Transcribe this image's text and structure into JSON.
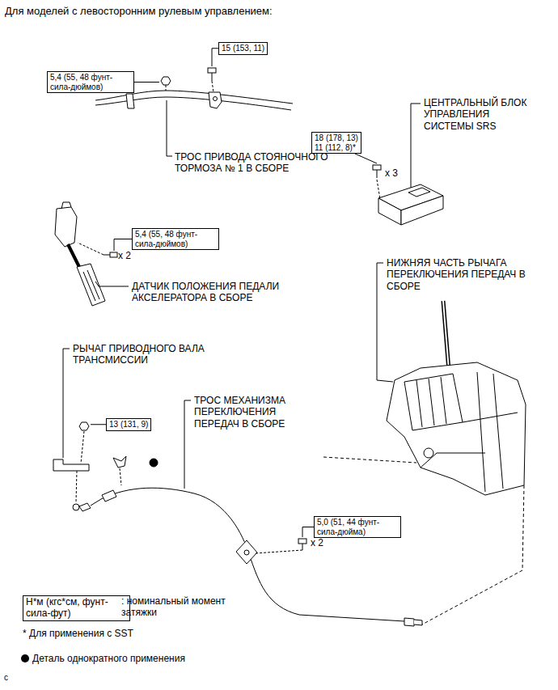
{
  "diagram": {
    "title": "Для моделей с левосторонним рулевым управлением:",
    "nodes": [
      {
        "text": [
          "15 (153, 11)"
        ]
      },
      {
        "text": [
          "5,4 (55, 48 фунт-сила-дюймов)"
        ]
      },
      {
        "text": [
          "18 (178, 13)",
          "11 (112, 8)*"
        ]
      },
      {
        "text": [
          "5,4 (55, 48 фунт-сила-дюймов)"
        ]
      },
      {
        "text": [
          "13 (131, 9)"
        ]
      },
      {
        "text": [
          "5,0 (51, 44 фунт-сила-дюйма)"
        ]
      },
      {
        "text": [
          "Н*м (кгс*см, фунт-сила-фут)"
        ]
      }
    ],
    "labels": [
      "ТРОС ПРИВОДА СТОЯНОЧНОГО ТОРМОЗА № 1 В СБОРЕ",
      "ЦЕНТРАЛЬНЫЙ БЛОК УПРАВЛЕНИЯ СИСТЕМЫ SRS",
      "x 3",
      "x 2",
      "ДАТЧИК ПОЛОЖЕНИЯ ПЕДАЛИ АКСЕЛЕРАТОРА В СБОРЕ",
      "НИЖНЯЯ ЧАСТЬ РЫЧАГА ПЕРЕКЛЮЧЕНИЯ ПЕРЕДАЧ В СБОРЕ",
      "РЫЧАГ ПРИВОДНОГО ВАЛА ТРАНСМИССИИ",
      "ТРОС МЕХАНИЗМА ПЕРЕКЛЮЧЕНИЯ ПЕРЕДАЧ В СБОРЕ",
      "x 2",
      ": номинальный момент затяжки",
      "* Для применения с SST",
      "c"
    ],
    "legend": [
      {
        "text": "Деталь однократного применения"
      }
    ]
  }
}
